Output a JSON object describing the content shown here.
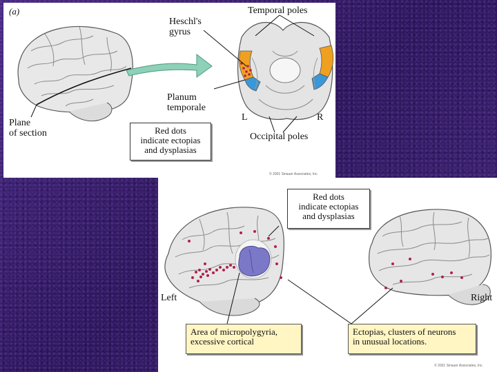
{
  "top": {
    "panel_letter": "(a)",
    "heschls_gyrus": [
      "Heschl's",
      "gyrus"
    ],
    "temporal_poles": "Temporal poles",
    "planum_temporale": [
      "Planum",
      "temporale"
    ],
    "plane_of_section": [
      "Plane",
      "of section"
    ],
    "left_marker": "L",
    "right_marker": "R",
    "occipital_poles": "Occipital poles",
    "box": [
      "Red dots",
      "indicate ectopias",
      "and dysplasias"
    ],
    "copyright": "© 2001 Sinauer Associates, Inc."
  },
  "bottom": {
    "box": [
      "Red dots",
      "indicate ectopias",
      "and dysplasias"
    ],
    "left": "Left",
    "right": "Right",
    "area_box": [
      "Area of micropolygyria,",
      "excessive cortical"
    ],
    "ectopias_box": [
      "Ectopias, clusters of neurons",
      "in unusual locations."
    ],
    "copyright": "© 2001 Sinauer Associates, Inc."
  },
  "colors": {
    "background": "#3a1f6e",
    "brain": "#e6e6e6",
    "arrow": "#8fd0b8",
    "red_dots": "#b0204a",
    "orange_region": "#f0a020",
    "blue_region": "#3a98d8",
    "micropolygyria": "#7b78c8",
    "callout_fill": "#fff6c4"
  }
}
